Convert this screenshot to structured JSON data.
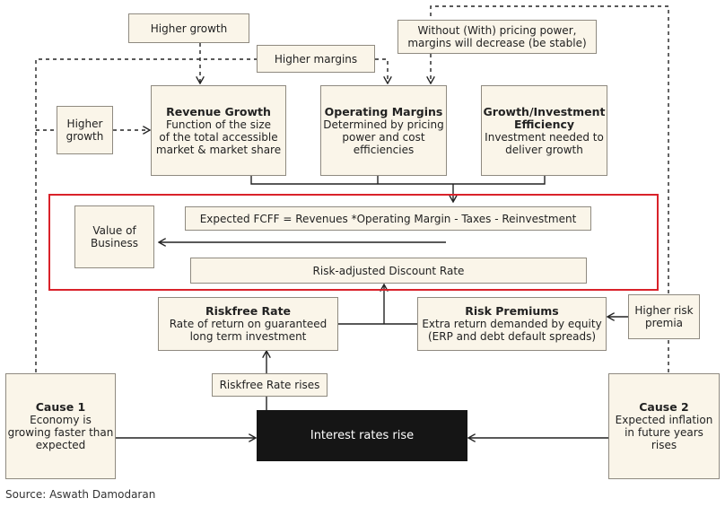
{
  "nodes": {
    "higher_growth_top": "Higher growth",
    "pricing_power_line1": "Without (With) pricing power,",
    "pricing_power_line2": "margins will decrease (be stable)",
    "higher_margins": "Higher margins",
    "higher_growth_left_line1": "Higher",
    "higher_growth_left_line2": "growth",
    "revenue_growth": {
      "title": "Revenue Growth",
      "line1": "Function of the size",
      "line2": "of the total accessible",
      "line3": "market & market share"
    },
    "operating_margins": {
      "title": "Operating Margins",
      "line1": "Determined by pricing",
      "line2": "power and cost",
      "line3": "efficiencies"
    },
    "growth_investment": {
      "title_line1": "Growth/Investment",
      "title_line2": "Efficiency",
      "line1": "Investment needed to",
      "line2": "deliver growth"
    },
    "value_of_business_line1": "Value of",
    "value_of_business_line2": "Business",
    "expected_fcff": "Expected FCFF = Revenues *Operating Margin - Taxes - Reinvestment",
    "discount_rate": "Risk-adjusted Discount Rate",
    "riskfree_rate": {
      "title": "Riskfree Rate",
      "line1": "Rate of return on guaranteed",
      "line2": "long term investment"
    },
    "risk_premiums": {
      "title": "Risk Premiums",
      "line1": "Extra return demanded by equity",
      "line2": "(ERP and debt default spreads)"
    },
    "higher_risk_line1": "Higher risk",
    "higher_risk_line2": "premia",
    "riskfree_rises": "Riskfree Rate rises",
    "interest_rates_rise": "Interest rates rise",
    "cause1": {
      "title": "Cause 1",
      "line1": "Economy is",
      "line2": "growing faster than",
      "line3": "expected"
    },
    "cause2": {
      "title": "Cause 2",
      "line1": "Expected inflation",
      "line2": "in future years",
      "line3": "rises"
    }
  },
  "source": "Source: Aswath Damodaran",
  "colors": {
    "box_fill": "#faf5e9",
    "box_border": "#8f8a80",
    "highlight_frame": "#d9222a",
    "dark_box": "#151515"
  }
}
